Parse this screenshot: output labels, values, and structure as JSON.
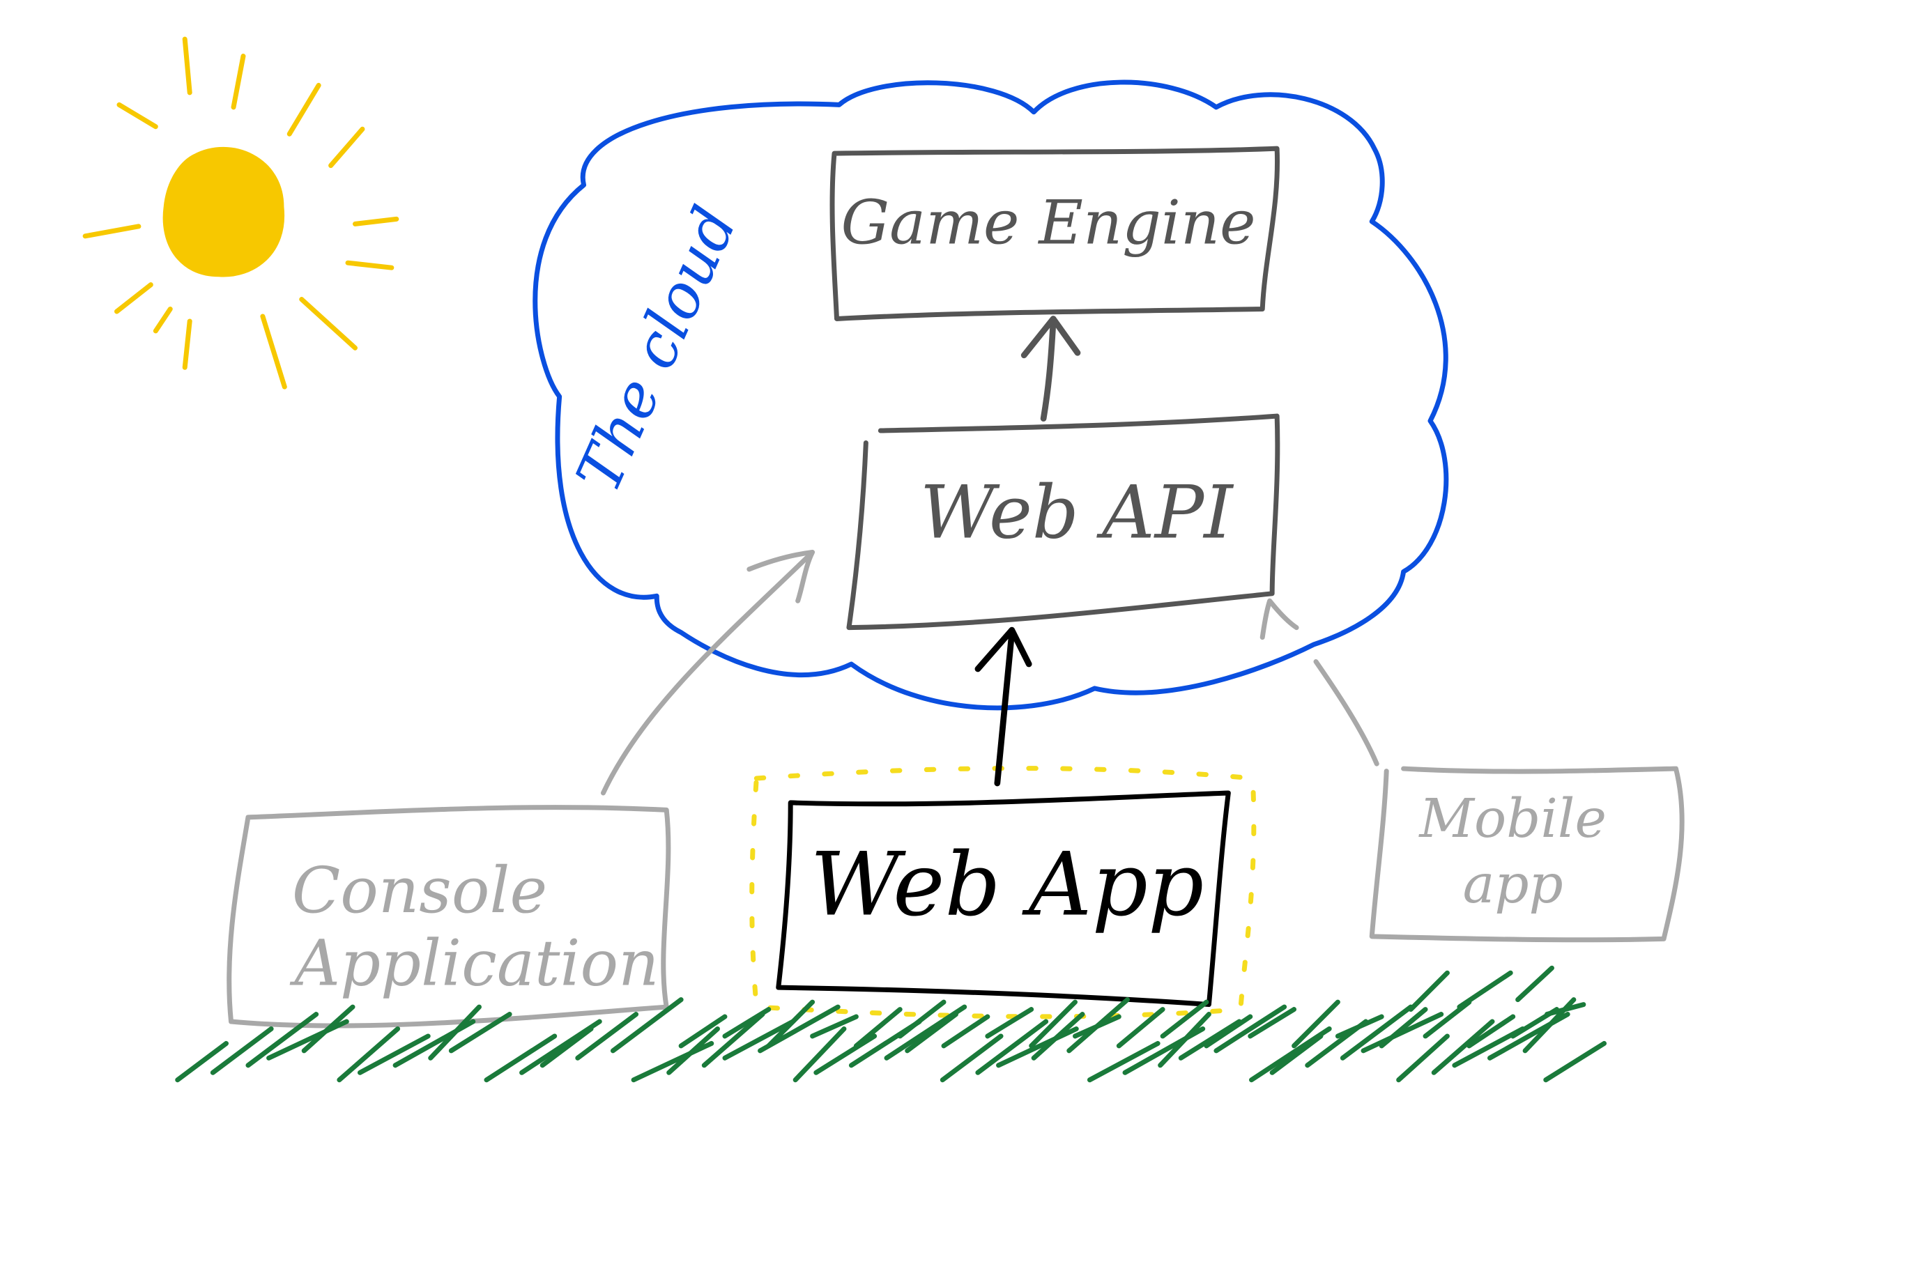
{
  "diagram": {
    "cloud": {
      "label": "The cloud",
      "color": "#0a4fe0"
    },
    "nodes": {
      "game_engine": {
        "label": "Game Engine",
        "color": "#555555"
      },
      "web_api": {
        "label": "Web API",
        "color": "#555555"
      },
      "web_app": {
        "label": "Web App",
        "color": "#000000",
        "highlight": "#f5dc1e"
      },
      "console_app": {
        "line1": "Console",
        "line2": "Application",
        "color": "#a8a8a8"
      },
      "mobile_app": {
        "line1": "Mobile",
        "line2": "app",
        "color": "#a8a8a8"
      }
    },
    "sun": {
      "color": "#f7c800"
    },
    "grass": {
      "color": "#1a7a3a"
    },
    "edges": [
      {
        "from": "web_api",
        "to": "game_engine"
      },
      {
        "from": "web_app",
        "to": "web_api"
      },
      {
        "from": "console_app",
        "to": "web_api"
      },
      {
        "from": "mobile_app",
        "to": "web_api"
      }
    ]
  }
}
